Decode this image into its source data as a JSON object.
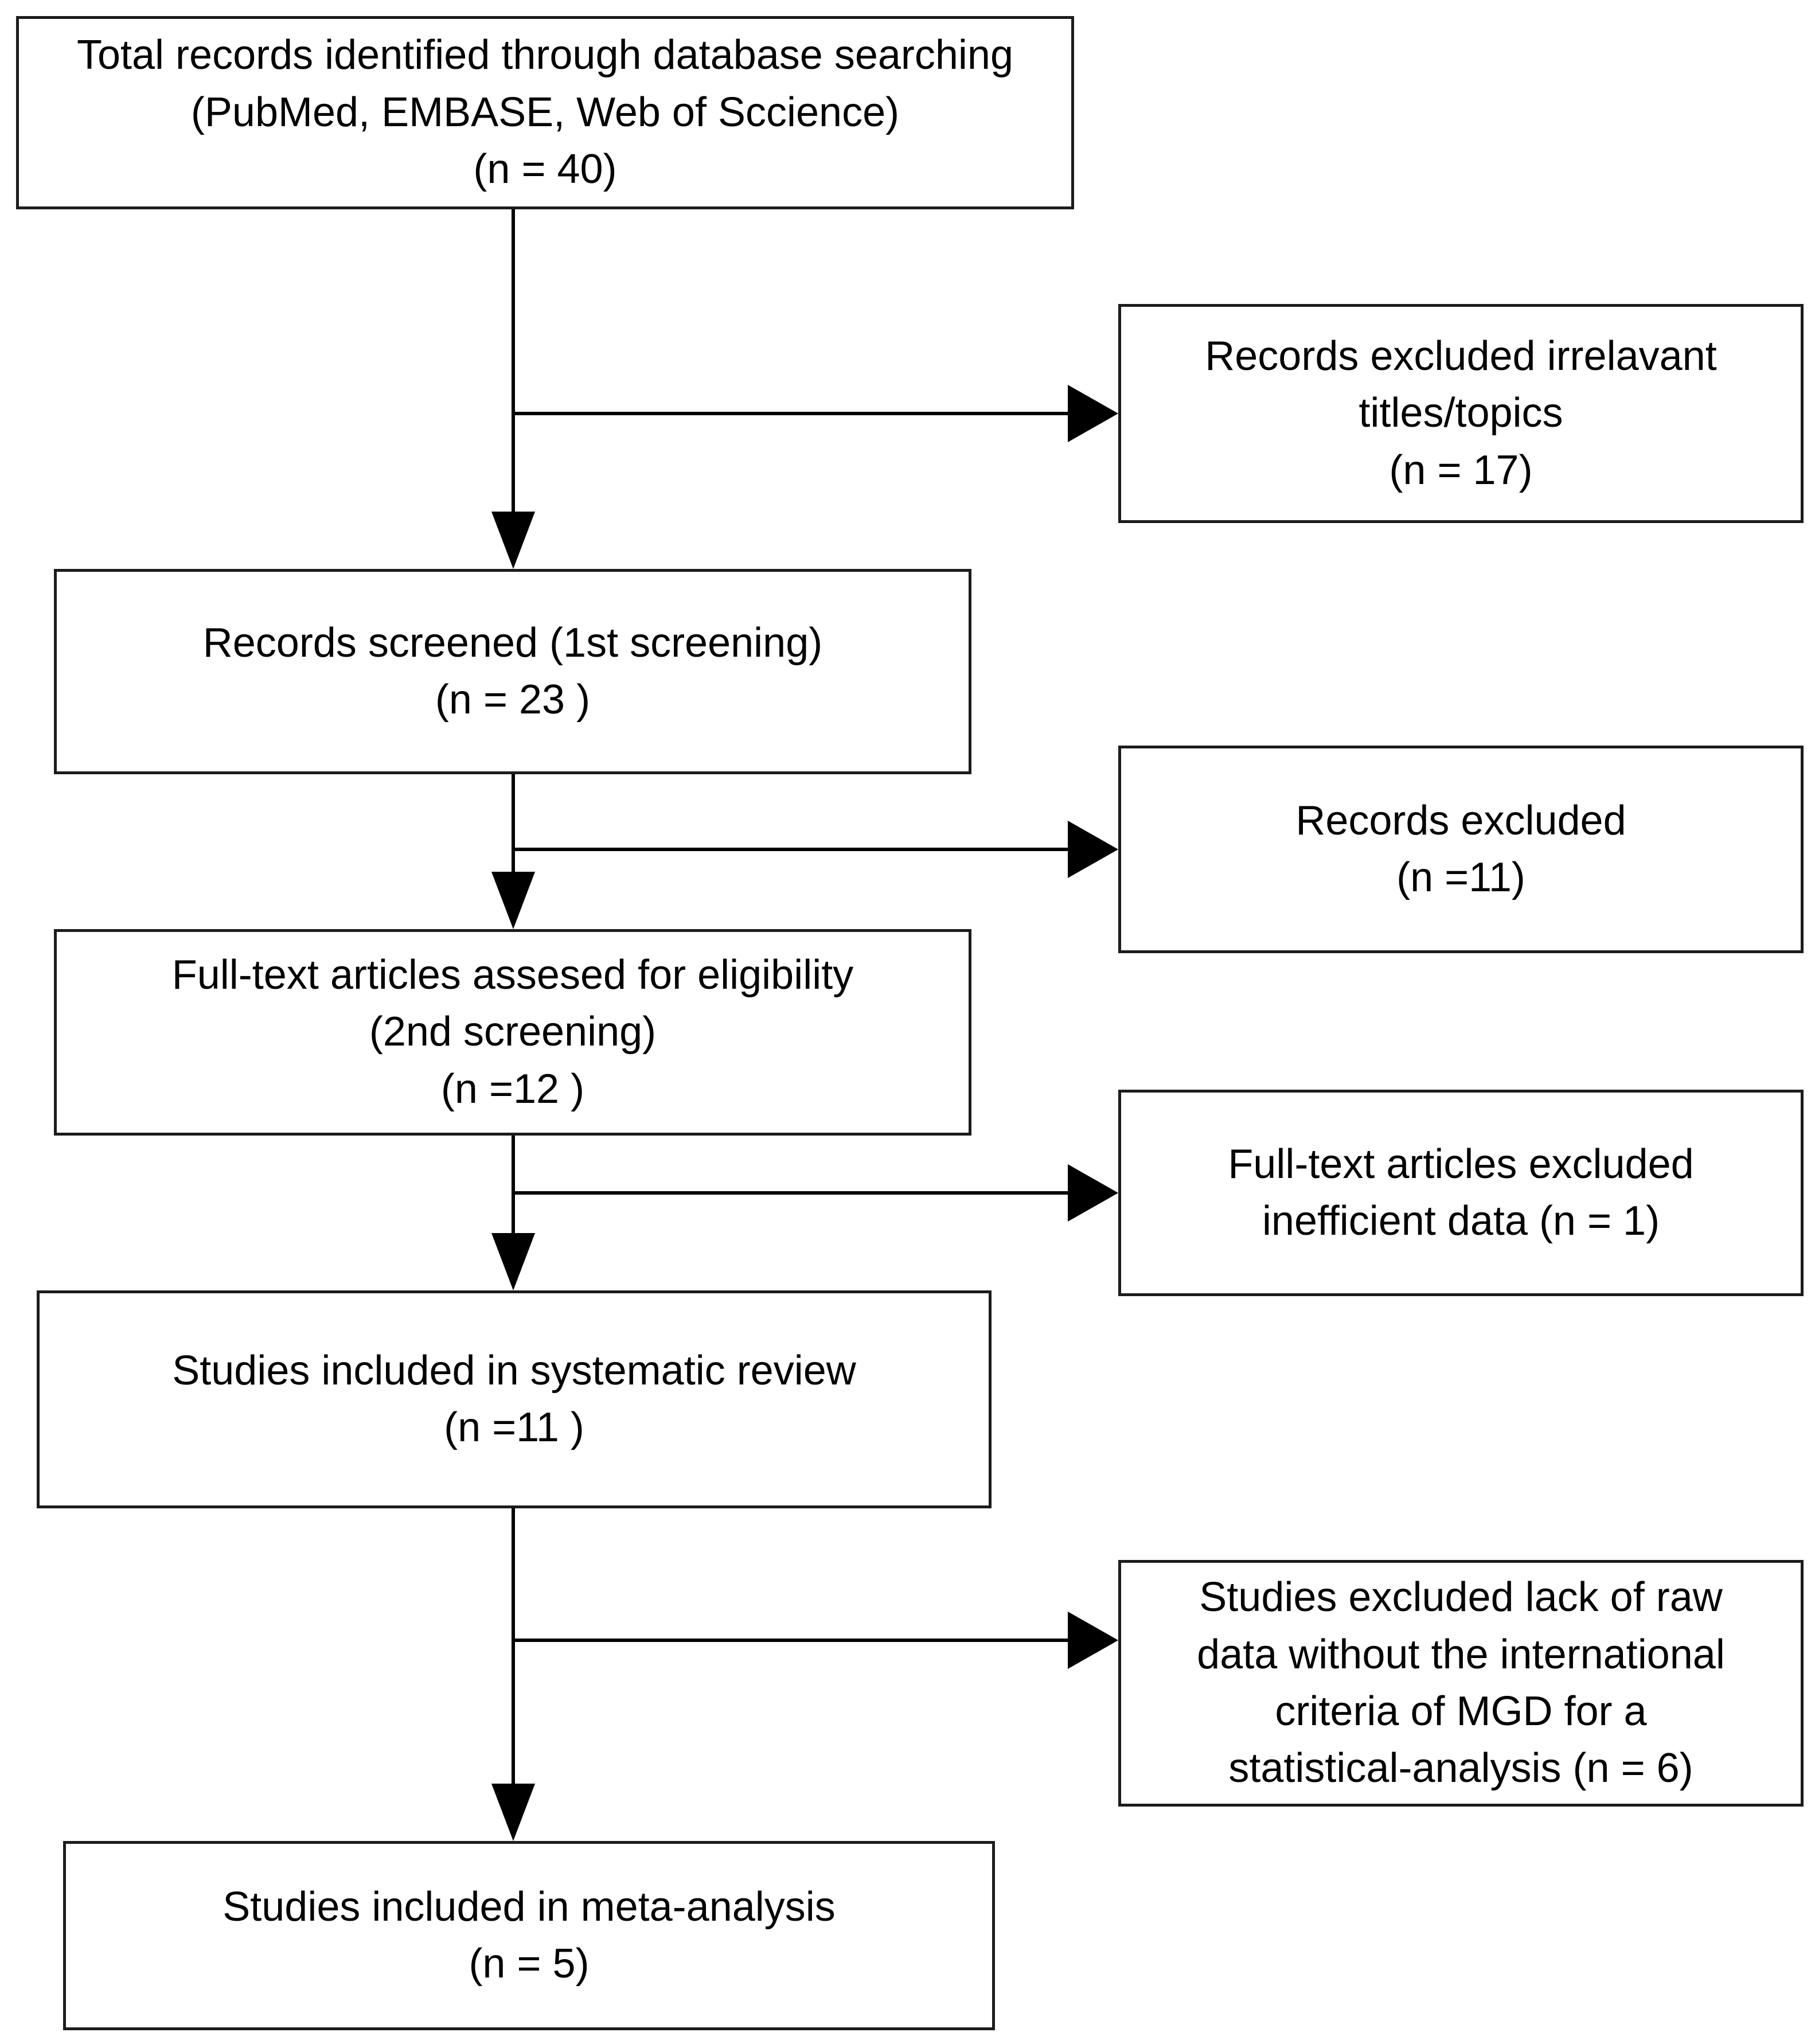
{
  "figure": {
    "type": "prisma-flow-diagram",
    "colors": {
      "background": "#ffffff",
      "box_border": "#1c1c1c",
      "text": "#000000",
      "arrow": "#000000"
    },
    "flow": {
      "identification": {
        "line1": "Total records identified through database searching",
        "line2": "(PubMed, EMBASE, Web of Sccience)",
        "line3": "(n = 40)"
      },
      "screening": {
        "line1": "Records screened (1st screening)",
        "line2": "(n = 23 )"
      },
      "eligibility": {
        "line1": "Full-text articles assesed for eligibility",
        "line2": "(2nd screening)",
        "line3": "(n =12 )"
      },
      "systematic_review": {
        "line1": "Studies included in systematic review",
        "line2": "(n =11 )"
      },
      "meta_analysis": {
        "line1": "Studies included in meta-analysis",
        "line2": "(n = 5)"
      }
    },
    "exclusions": {
      "titles_topics": {
        "line1": "Records excluded irrelavant",
        "line2": "titles/topics",
        "line3": "(n = 17)"
      },
      "records": {
        "line1": "Records excluded",
        "line2": "(n =11)"
      },
      "full_text": {
        "line1": "Full-text articles excluded",
        "line2": "inefficient data (n = 1)"
      },
      "studies": {
        "line1": "Studies excluded lack of raw",
        "line2": "data without the international",
        "line3": "criteria of MGD for a",
        "line4": "statistical-analysis (n = 6)"
      }
    }
  }
}
